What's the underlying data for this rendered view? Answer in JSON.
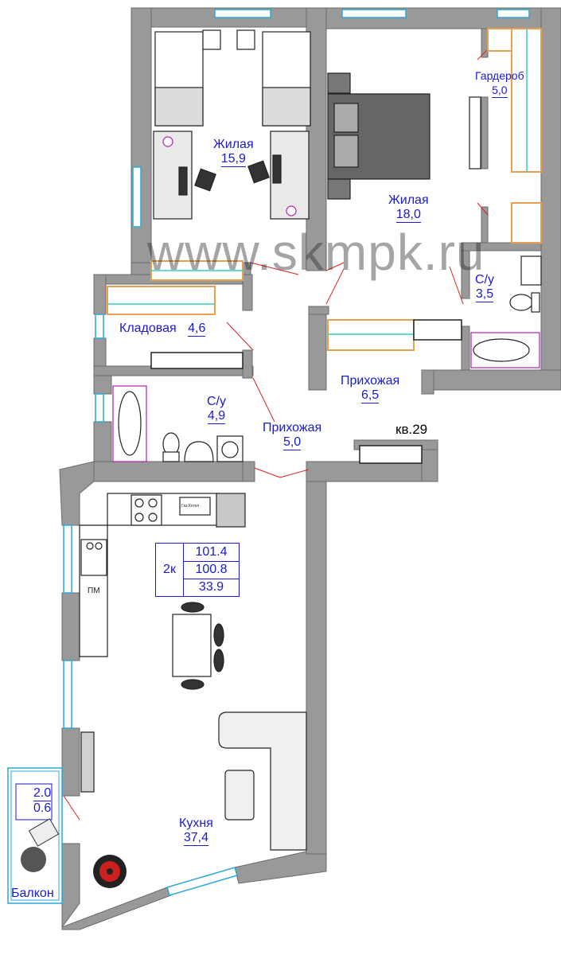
{
  "watermark": "www.skmpk.ru",
  "apartment": {
    "label": "кв.29"
  },
  "summary": {
    "rooms": "2к",
    "total_area": "101.4",
    "living_area_total": "100.8",
    "living_area": "33.9"
  },
  "rooms": [
    {
      "id": "living1",
      "name": "Жилая",
      "area": "15,9"
    },
    {
      "id": "living2",
      "name": "Жилая",
      "area": "18,0"
    },
    {
      "id": "wardrobe",
      "name": "Гардероб",
      "area": "5,0"
    },
    {
      "id": "bath1",
      "name": "С/у",
      "area": "3,5"
    },
    {
      "id": "storage",
      "name": "Кладовая",
      "area": "4,6"
    },
    {
      "id": "hall1",
      "name": "Прихожая",
      "area": "6,5"
    },
    {
      "id": "bath2",
      "name": "С/у",
      "area": "4,9"
    },
    {
      "id": "hall2",
      "name": "Прихожая",
      "area": "5,0"
    },
    {
      "id": "kitchen",
      "name": "Кухня",
      "area": "37,4"
    },
    {
      "id": "balcony",
      "name": "Балкон",
      "area": "2.0",
      "area2": "0.6"
    }
  ],
  "fixtures": {
    "dishwasher": "ПМ",
    "gas_boiler": "Газ.Котел"
  },
  "colors": {
    "wall": "#999999",
    "wall_stroke": "#6a6a6a",
    "label": "#1a1ad0",
    "window": "#29a9d6",
    "closet": "#e8a050",
    "mirror_line": "#30d0c0",
    "door_arc": "#e02020"
  }
}
